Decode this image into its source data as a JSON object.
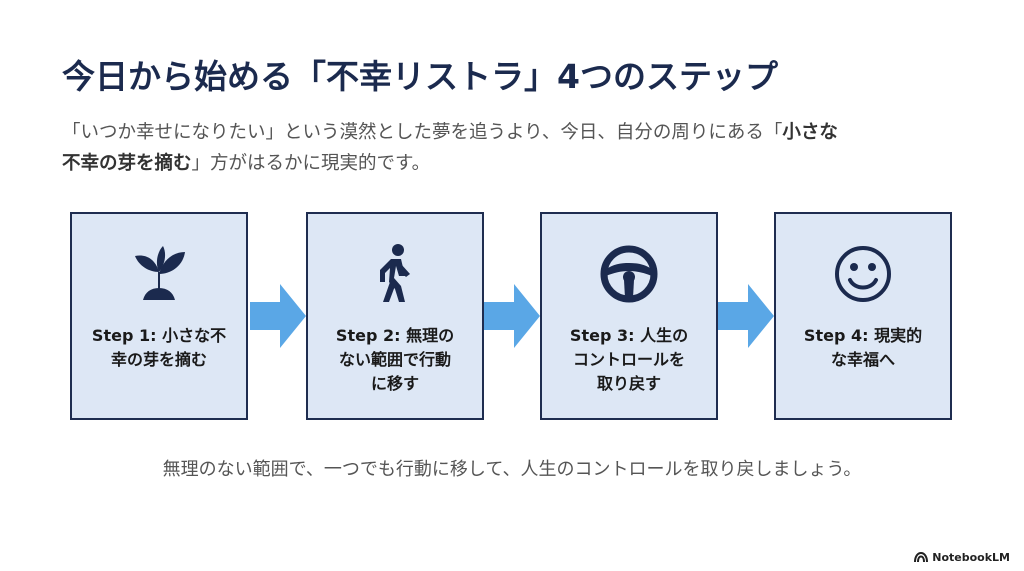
{
  "title": "今日から始める「不幸リストラ」4つのステップ",
  "intro": {
    "part1": "「いつか幸せになりたい」という漠然とした夢を追うより、今日、自分の周りにある「",
    "bold_a": "小さな",
    "bold_b": "不幸の芽を摘む",
    "part2": "」方がはるかに現実的です。"
  },
  "steps": [
    {
      "icon": "sprout-icon",
      "line1": "Step 1: 小さな不",
      "line2": "幸の芽を摘む",
      "line3": ""
    },
    {
      "icon": "walking-person-icon",
      "line1": "Step 2: 無理の",
      "line2": "ない範囲で行動",
      "line3": "に移す"
    },
    {
      "icon": "steering-wheel-icon",
      "line1": "Step 3: 人生の",
      "line2": "コントロールを",
      "line3": "取り戻す"
    },
    {
      "icon": "smiley-face-icon",
      "line1": "Step 4: 現実的",
      "line2": "な幸福へ",
      "line3": ""
    }
  ],
  "footer": "無理のない範囲で、一つでも行動に移して、人生のコントロールを取り戻しましょう。",
  "brand": "NotebookLM",
  "colors": {
    "title": "#1b2a4e",
    "box_fill": "#dde7f5",
    "box_border": "#1f2d50",
    "arrow": "#5aa7e6",
    "icon": "#1b2a4e"
  }
}
